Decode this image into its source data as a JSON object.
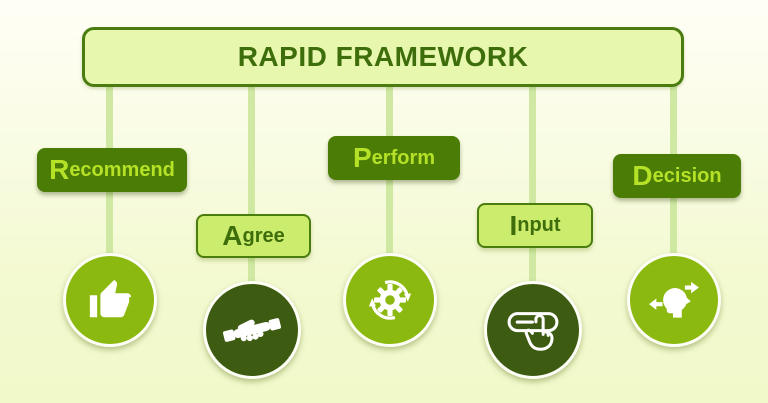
{
  "header": {
    "title": "RAPID FRAMEWORK"
  },
  "colors": {
    "dark_box_green": "#4a7c06",
    "light_box_green": "#cbec6c",
    "header_fill": "#e7f7ae",
    "border_green": "#4a7c10",
    "circle_light_green": "#8cb90f",
    "circle_dark_green": "#3d5c12",
    "connector_green": "#cfe9a3",
    "label_text_light": "#b5e226",
    "label_text_dark": "#3e6e0b"
  },
  "nodes": [
    {
      "label": "Recommend",
      "first_letter": "R",
      "rest": "ecommend",
      "box_style": "dark",
      "circle_style": "light",
      "icon": "thumbs-up-icon"
    },
    {
      "label": "Agree",
      "first_letter": "A",
      "rest": "gree",
      "box_style": "light",
      "circle_style": "dark",
      "icon": "handshake-icon"
    },
    {
      "label": "Perform",
      "first_letter": "P",
      "rest": "erform",
      "box_style": "dark",
      "circle_style": "light",
      "icon": "gear-refresh-icon"
    },
    {
      "label": "Input",
      "first_letter": "I",
      "rest": "nput",
      "box_style": "light",
      "circle_style": "dark",
      "icon": "button-press-icon"
    },
    {
      "label": "Decision",
      "first_letter": "D",
      "rest": "ecision",
      "box_style": "dark",
      "circle_style": "light",
      "icon": "head-choice-arrows-icon"
    }
  ]
}
